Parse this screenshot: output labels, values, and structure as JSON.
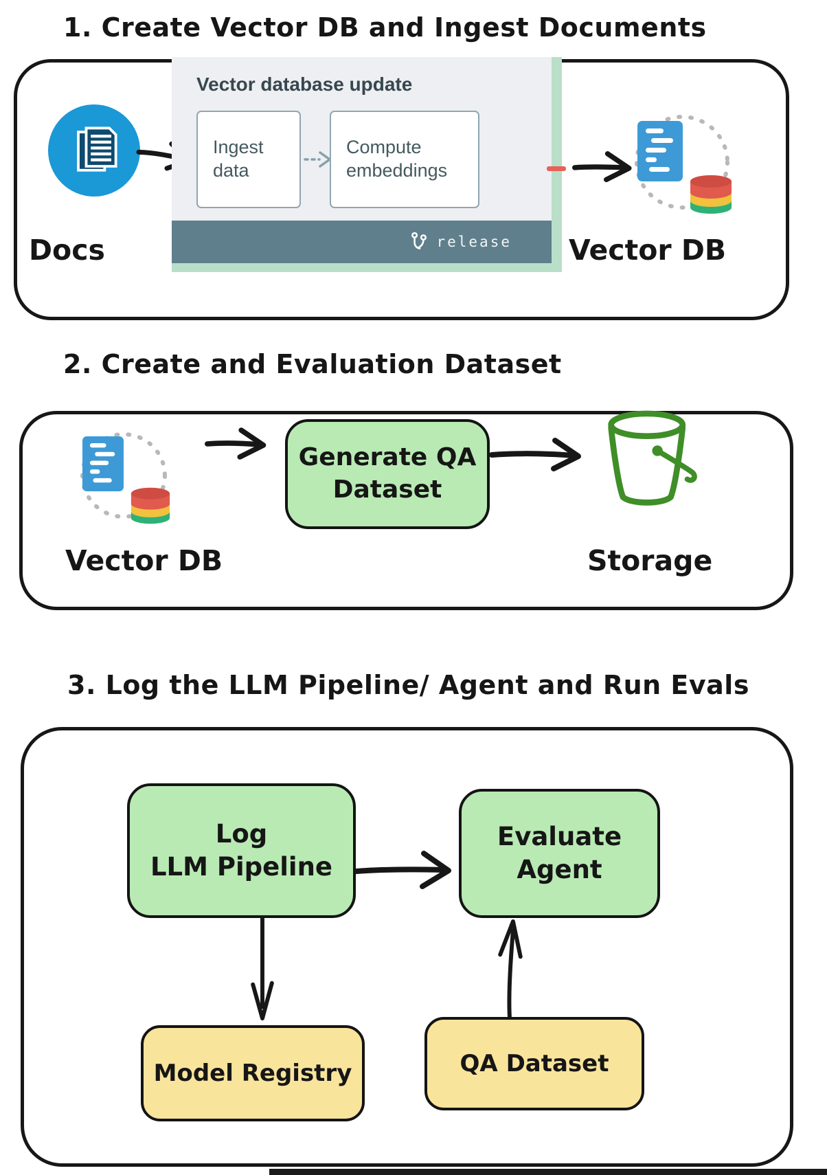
{
  "section1": {
    "title": "1. Create Vector DB and Ingest Documents",
    "docs_label": "Docs",
    "panel": {
      "title": "Vector database update",
      "step1": "Ingest data",
      "step2": "Compute embeddings",
      "footer_label": "release"
    },
    "vector_db_label": "Vector DB"
  },
  "section2": {
    "title": "2. Create and Evaluation Dataset",
    "vector_db_label": "Vector DB",
    "generate_box_line1": "Generate QA",
    "generate_box_line2": "Dataset",
    "storage_label": "Storage"
  },
  "section3": {
    "title": "3. Log the LLM Pipeline/ Agent and Run Evals",
    "log_box_line1": "Log",
    "log_box_line2": "LLM Pipeline",
    "evaluate_box_line1": "Evaluate",
    "evaluate_box_line2": "Agent",
    "model_registry_label": "Model Registry",
    "qa_dataset_label": "QA Dataset"
  },
  "colors": {
    "outline_black": "#171717",
    "green_box_fill": "#b9eab4",
    "yellow_box_fill": "#f9e49c",
    "panel_bg": "#edeff2",
    "panel_footer_teal": "#5f7f8c",
    "panel_mint_edge": "#b9dfc9",
    "panel_text": "#37474f",
    "panel_step_border": "#90a6b0",
    "red_marker": "#e7615a",
    "docs_circle_blue": "#1b98d6",
    "docs_page_navy": "#0f4a70",
    "vector_file_blue": "#3d9ad6",
    "cylinder_red": "#e05a4e",
    "cylinder_red_top": "#cf4c42",
    "cylinder_yellow": "#f2c13e",
    "cylinder_green": "#2eb177",
    "bucket_green": "#3f8e28",
    "dashed_circle_gray": "#b8b8b8"
  },
  "icons": {
    "docs": "docs-icon",
    "vector_file": "vector-file-icon",
    "database_cylinder": "database-cylinder-icon",
    "sync_circle": "sync-dashed-circle-icon",
    "git_branch": "git-branch-icon",
    "bucket": "bucket-storage-icon",
    "arrow": "arrow-icon"
  }
}
